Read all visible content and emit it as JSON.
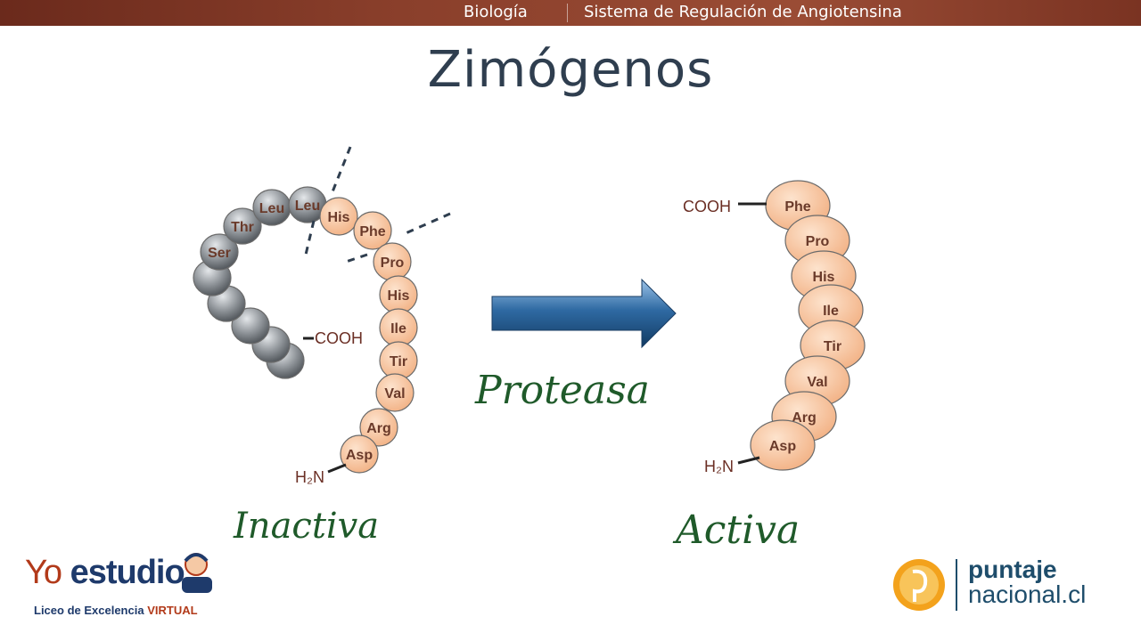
{
  "topbar": {
    "subject": "Biología",
    "topic": "Sistema de Regulación de Angiotensina"
  },
  "title": "Zimógenos",
  "inactive": {
    "label": "Inactiva",
    "gray_residues": [
      "Leu",
      "Leu",
      "Thr",
      "Ser",
      "",
      "",
      "",
      ""
    ],
    "orange_residues": [
      "His",
      "Phe",
      "Pro",
      "His",
      "Ile",
      "Tir",
      "Val",
      "Arg",
      "Asp"
    ],
    "cooh": "COOH",
    "nterm": "H₂N"
  },
  "arrow_label": "Proteasa",
  "active": {
    "label": "Activa",
    "residues": [
      "Phe",
      "Pro",
      "His",
      "Ile",
      "Tir",
      "Val",
      "Arg",
      "Asp"
    ],
    "cooh": "COOH",
    "nterm": "H₂N"
  },
  "logo_left": {
    "main_1": "Yo",
    "main_2": "estudio",
    "sub_1": "Liceo de Excelencia",
    "sub_2": "VIRTUAL"
  },
  "logo_right": {
    "line1": "puntaje",
    "line2": "nacional.cl"
  },
  "colors": {
    "orange": "#f6c49c",
    "gray": "#8c9094",
    "brown": "#6b2f25",
    "arrow": "#1f4e79"
  }
}
